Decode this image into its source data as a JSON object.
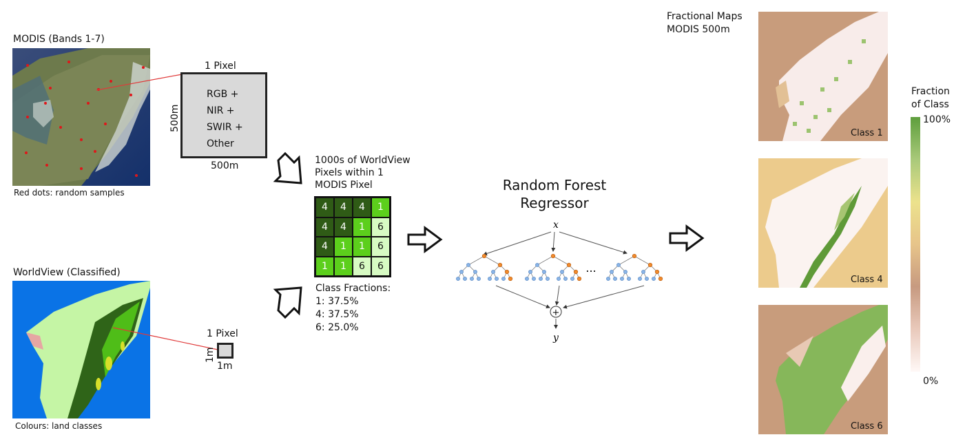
{
  "modis": {
    "title": "MODIS (Bands 1-7)",
    "caption": "Red dots: random samples"
  },
  "worldview": {
    "title": "WorldView (Classified)",
    "caption": "Colours: land classes"
  },
  "modis_pixel": {
    "title": "1 Pixel",
    "side_label": "500m",
    "bottom_label": "500m",
    "lines": [
      "RGB +",
      "NIR +",
      "SWIR +",
      "Other"
    ]
  },
  "wv_pixel": {
    "title": "1 Pixel",
    "side_label": "1m",
    "bottom_label": "1m"
  },
  "grid": {
    "title_lines": [
      "1000s of WorldView",
      "Pixels within 1",
      "MODIS Pixel"
    ],
    "cells": [
      [
        4,
        4,
        4,
        1
      ],
      [
        4,
        4,
        1,
        6
      ],
      [
        4,
        1,
        1,
        6
      ],
      [
        1,
        1,
        6,
        6
      ]
    ],
    "class_colors": {
      "4": "#2f5b16",
      "1": "#5ccf1c",
      "6": "#d7fbc3"
    },
    "fractions_title": "Class Fractions:",
    "fractions": [
      "1: 37.5%",
      "4: 37.5%",
      "6: 25.0%"
    ]
  },
  "rf": {
    "title_lines": [
      "Random Forest",
      "Regressor"
    ],
    "input": "x",
    "output": "y",
    "plus": "+",
    "ellipsis": "..."
  },
  "maps": {
    "title_lines": [
      "Fractional Maps",
      "MODIS 500m"
    ],
    "labels": [
      "Class 1",
      "Class 4",
      "Class 6"
    ]
  },
  "colorbar": {
    "title_lines": [
      "Fraction",
      "of Class"
    ],
    "top": "100%",
    "bottom": "0%",
    "colors": [
      "#5e9e3c",
      "#a9c97a",
      "#ece28c",
      "#e7c48a",
      "#c79a80",
      "#e9c9bb",
      "#fff8f6"
    ]
  }
}
